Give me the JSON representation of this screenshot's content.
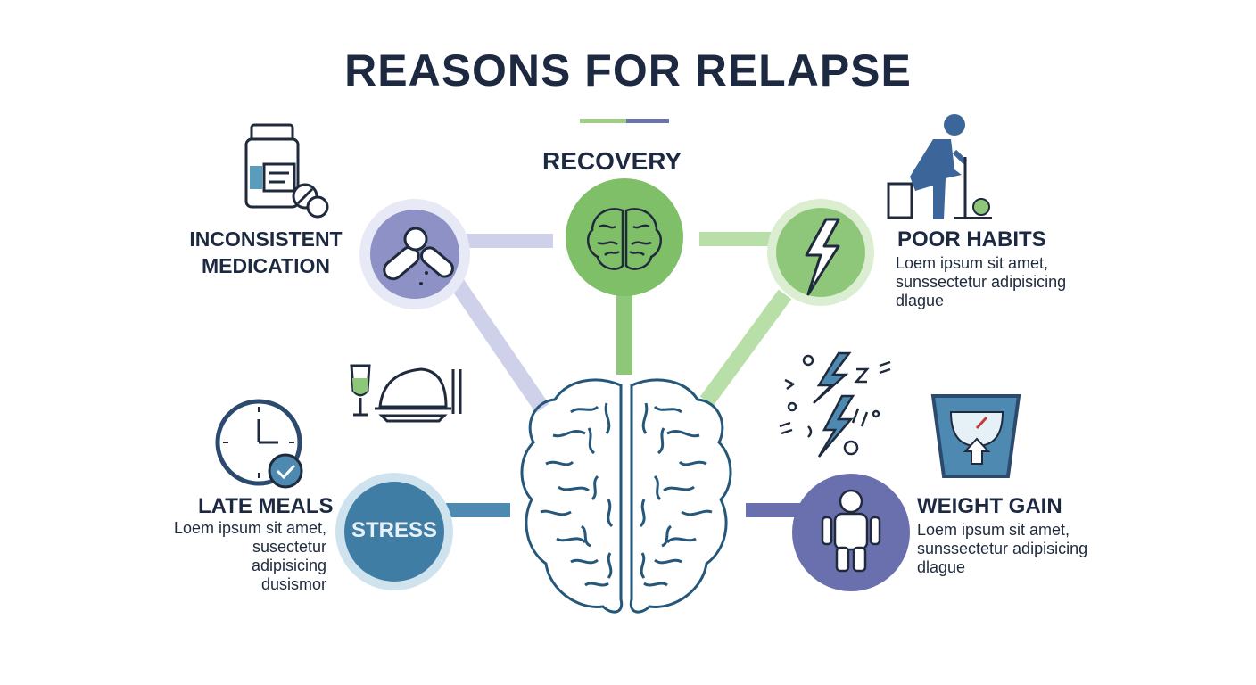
{
  "title": "REASONS FOR RELAPSE",
  "center": {
    "label": "RECOVERY"
  },
  "items": [
    {
      "id": "inconsistent-medication",
      "label_lines": [
        "INCONSISTENT",
        "MEDICATION"
      ]
    },
    {
      "id": "poor-habits",
      "label": "POOR HABITS",
      "desc_lines": [
        "Loem ipsum sit amet,",
        "sunssectetur adipisicing",
        "dlague"
      ]
    },
    {
      "id": "late-meals",
      "label": "LATE MEALS",
      "desc_lines": [
        "Loem ipsum sit amet,",
        "susectetur adipisicing",
        "dusismor"
      ]
    },
    {
      "id": "stress",
      "label": "STRESS"
    },
    {
      "id": "weight-gain",
      "label": "WEIGHT GAIN",
      "desc_lines": [
        "Loem ipsum sit amet,",
        "sunssectetur adipisicing",
        "dlague"
      ]
    }
  ],
  "colors": {
    "title": "#1c2940",
    "green": "#8ec77a",
    "lavender": "#c9cbe7",
    "teal": "#3f7da5",
    "purple": "#6a6fad",
    "navy": "#2c4a6e"
  }
}
